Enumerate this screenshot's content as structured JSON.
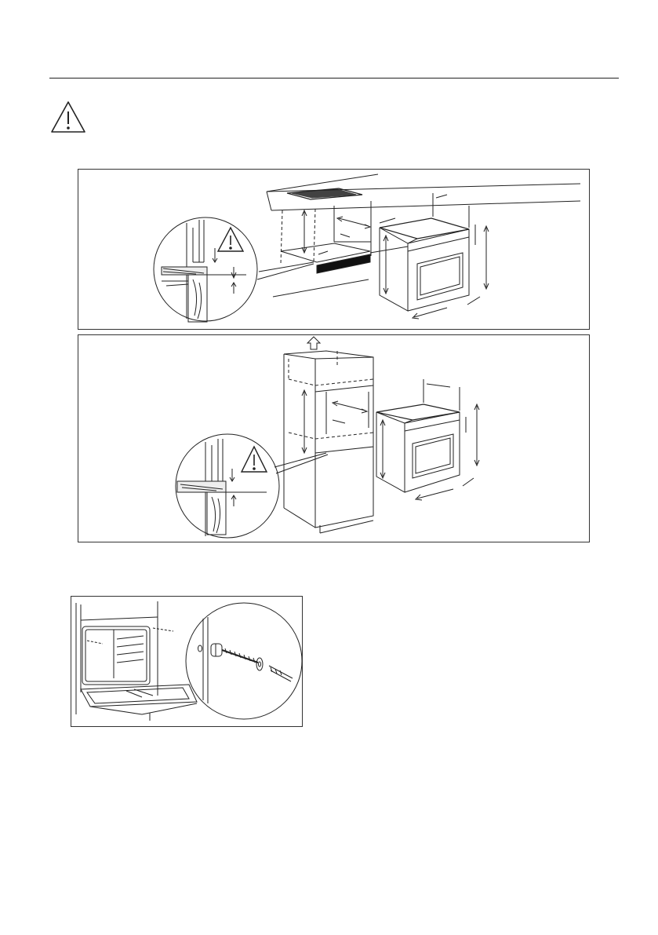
{
  "document": {
    "header_rule": true,
    "warning_symbol": "warning-triangle-icon"
  },
  "illustrations": [
    {
      "id": "built-under-installation",
      "icons": [
        "warning-triangle-icon",
        "upward-arrow-icon",
        "dimension-arrow-icon"
      ]
    },
    {
      "id": "tall-unit-installation",
      "icons": [
        "warning-triangle-icon",
        "upward-arrow-icon",
        "dimension-arrow-icon"
      ]
    },
    {
      "id": "oven-fixing-screws",
      "icons": [
        "screw-icon",
        "spacer-icon"
      ]
    }
  ],
  "colors": {
    "line": "#222222",
    "background": "#ffffff",
    "dark_fill": "#111111"
  }
}
